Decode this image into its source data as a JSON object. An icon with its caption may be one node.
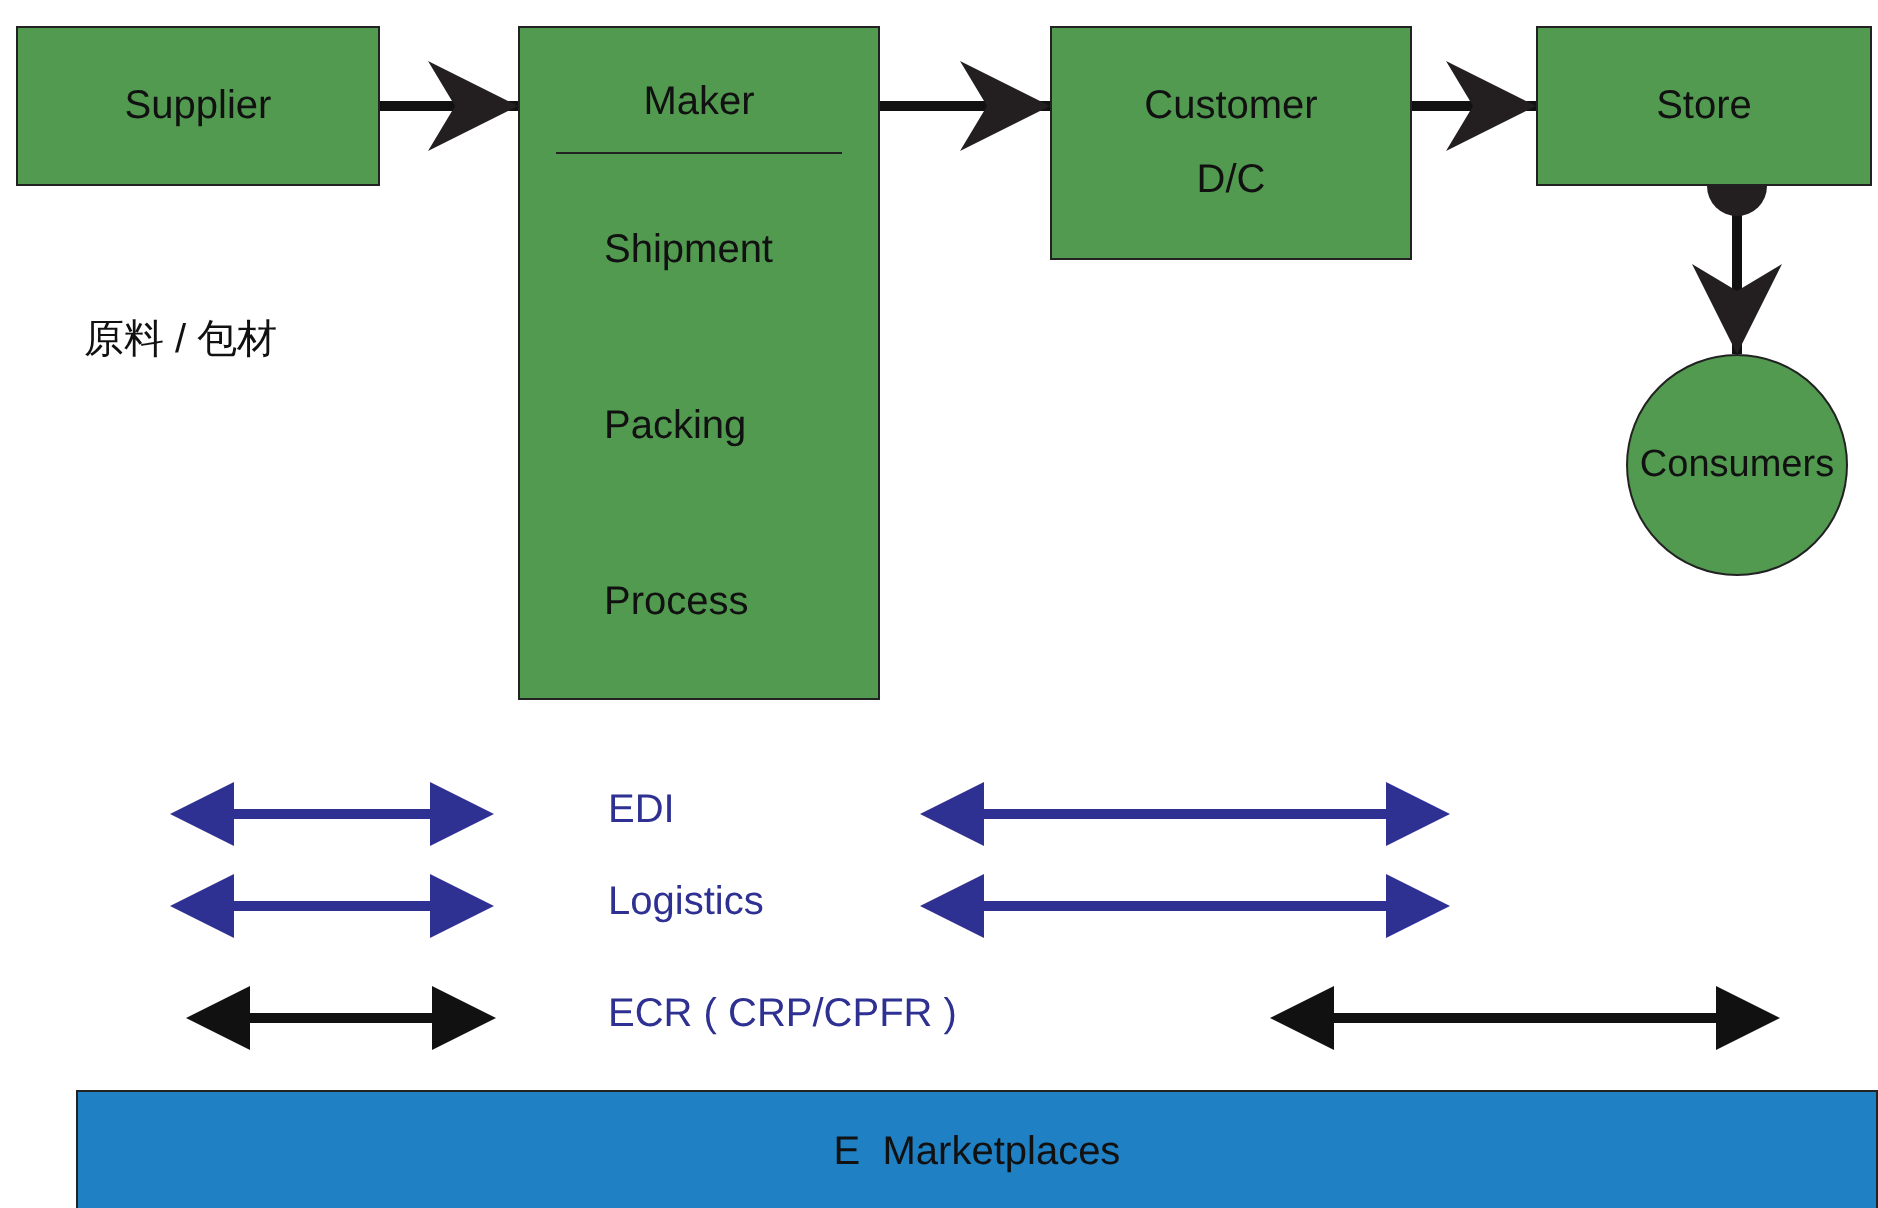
{
  "diagram": {
    "nodes": [
      {
        "text": [
          "Supplier"
        ]
      },
      {
        "text": [
          "Maker",
          "Shipment",
          "Packing",
          "Process"
        ]
      },
      {
        "text": [
          "Customer D/C"
        ]
      },
      {
        "text": [
          "Store"
        ]
      },
      {
        "text": [
          "Consumers"
        ]
      },
      {
        "text": [
          "E  Marketplaces"
        ]
      }
    ],
    "edges": [
      {
        "from": 0,
        "to": 1,
        "arrow": "to"
      },
      {
        "from": 1,
        "to": 2,
        "arrow": "to"
      },
      {
        "from": 2,
        "to": 3,
        "arrow": "to"
      },
      {
        "from": 3,
        "to": 4,
        "arrow": "to"
      }
    ],
    "labels": [
      "原料 / 包材",
      "EDI",
      "Logistics",
      "ECR ( CRP/CPFR )"
    ]
  }
}
